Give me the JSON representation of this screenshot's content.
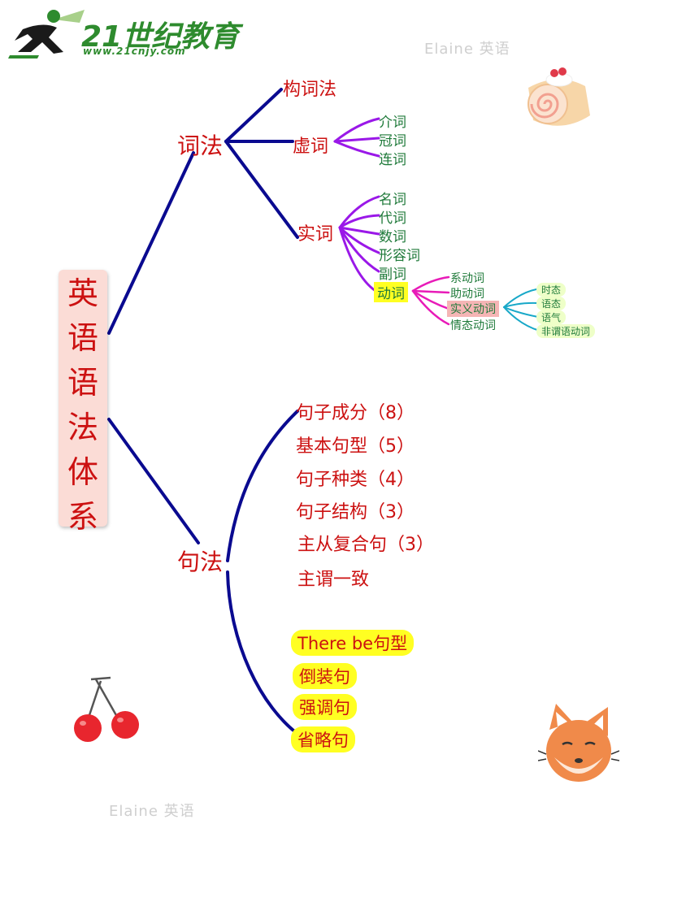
{
  "logo": {
    "name": "21世纪教育",
    "url": "www.21cnjy.com"
  },
  "watermarks": [
    "Elaine 英语",
    "Elaine 英语"
  ],
  "root": [
    "英",
    "语",
    "语",
    "法",
    "体",
    "系"
  ],
  "branches": {
    "cifa": {
      "label": "词法",
      "children": {
        "gouci": "构词法",
        "xuci": {
          "label": "虚词",
          "items": [
            "介词",
            "冠词",
            "连词"
          ]
        },
        "shici": {
          "label": "实词",
          "items": [
            "名词",
            "代词",
            "数词",
            "形容词",
            "副词"
          ],
          "dongci": {
            "label": "动词",
            "items": [
              "系动词",
              "助动词",
              "实义动词",
              "情态动词"
            ],
            "shiyi_items": [
              "时态",
              "语态",
              "语气",
              "非谓语动词"
            ]
          }
        }
      }
    },
    "jufa": {
      "label": "句法",
      "items": [
        "句子成分（8）",
        "基本句型（5）",
        "句子种类（4）",
        "句子结构（3）",
        "主从复合句（3）",
        "主谓一致"
      ],
      "special": [
        "There be句型",
        "倒装句",
        "强调句",
        "省略句"
      ]
    }
  },
  "colors": {
    "trunk": "#0a0a90",
    "purple": "#9a18e8",
    "magenta": "#e81bb8",
    "cyan": "#18a8c8",
    "red_text": "#cc1111",
    "green_text": "#1f7a3a",
    "highlight": "#ffff22"
  }
}
